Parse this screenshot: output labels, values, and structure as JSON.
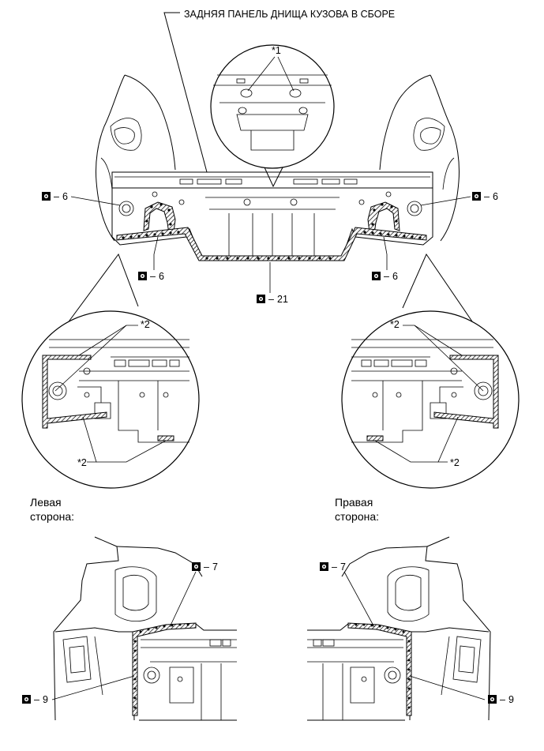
{
  "title": "ЗАДНЯЯ ПАНЕЛЬ ДНИЩА КУЗОВА В СБОРЕ",
  "callouts": {
    "star1": "*1",
    "star2": "*2"
  },
  "spot_weld_icon": "spot-weld-symbol-icon",
  "labels": {
    "upper_left_outer": "6",
    "upper_left_inner": "6",
    "upper_right_outer": "6",
    "upper_right_inner": "6",
    "center_bottom": "21",
    "left_side_top": "7",
    "left_side_bottom": "9",
    "right_side_top": "7",
    "right_side_bottom": "9"
  },
  "dash": "–",
  "left_side_caption": [
    "Левая",
    "сторона:"
  ],
  "right_side_caption": [
    "Правая",
    "сторона:"
  ]
}
